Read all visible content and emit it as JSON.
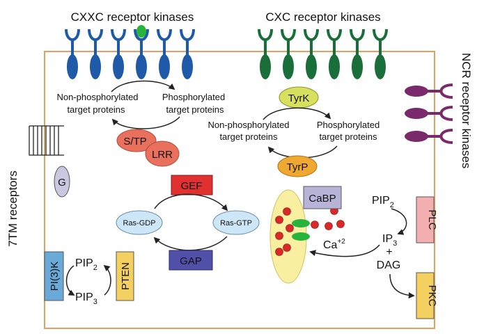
{
  "titles": {
    "cxxc": "CXXC receptor kinases",
    "cxc": "CXC receptor kinases",
    "ncr": "NCR receptor kinases",
    "tm7": "7TM receptors"
  },
  "left_cycle": {
    "non_phos_1": "Non-phosphorylated",
    "non_phos_2": "target proteins",
    "phos_1": "Phosphorylated",
    "phos_2": "target proteins",
    "stp": "S/TP",
    "lrr": "LRR"
  },
  "right_cycle": {
    "tyrk": "TyrK",
    "tyrp": "TyrP",
    "non_phos_1": "Non-phosphorylated",
    "non_phos_2": "target proteins",
    "phos_1": "Phosphorylated",
    "phos_2": "target proteins"
  },
  "g_protein": "G",
  "ras": {
    "gef": "GEF",
    "gap": "GAP",
    "gdp": "Ras-GDP",
    "gtp": "Ras-GTP"
  },
  "calcium": {
    "cabp": "CaBP",
    "ca": "Ca",
    "ca_sup": "+2"
  },
  "plc_pathway": {
    "pip": "PIP",
    "pip_sub": "2",
    "plc": "PLC",
    "ip": "IP",
    "ip_sub": "3",
    "plus": "+",
    "dag": "DAG",
    "pkc": "PKC"
  },
  "pi3k_pathway": {
    "pi3k": "PI(3)K",
    "pten": "PTEN",
    "pip": "PIP",
    "pip2_sub": "2",
    "pip3_sub": "3"
  },
  "colors": {
    "membrane": "#e0a060",
    "cxxc": "#1f5aa8",
    "cxc": "#1a6e3a",
    "ncr": "#7a2a6a",
    "green_dot": "#28b43c",
    "stp": "#e8705c",
    "tyrk": "#d8e060",
    "tyrp": "#f0a830",
    "gef": "#e03030",
    "gap": "#5050a8",
    "ras": "#cde6f8",
    "cabp": "#b8b4d8",
    "vesicle": "#f8f0a0",
    "ca_dot": "#d82828",
    "plc": "#f4b0b0",
    "pkc": "#f4d060",
    "pi3k": "#6aaad8",
    "pten": "#f4d060",
    "g": "#c8c8e0"
  }
}
